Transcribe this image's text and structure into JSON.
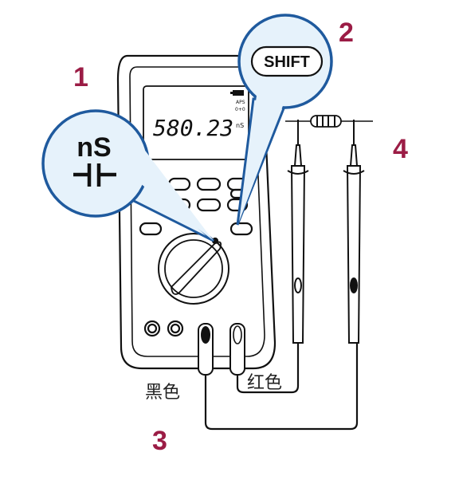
{
  "step_labels": [
    "1",
    "2",
    "3",
    "4"
  ],
  "callouts": {
    "function_unit": "nS",
    "function_symbol": "capacitor-symbol",
    "button_label": "SHIFT"
  },
  "display": {
    "reading": "580.23",
    "unit": "nS",
    "indicator_aps": "APS",
    "indicator_sub": "0+0"
  },
  "lead_labels": {
    "black": "黑色",
    "red": "红色"
  },
  "colors": {
    "step_number": "#9b1c45",
    "callout_fill": "#e6f2fb",
    "callout_stroke": "#1f5a9e",
    "outline": "#111111"
  },
  "icons": [
    "battery-icon",
    "capacitor-symbol",
    "resistor-icon",
    "rotary-dial-icon"
  ]
}
